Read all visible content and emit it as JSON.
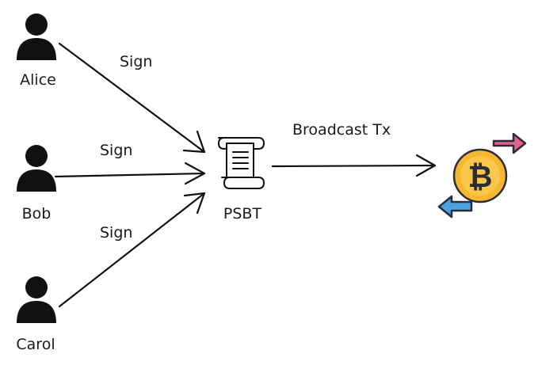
{
  "signers": [
    {
      "name": "Alice",
      "action": "Sign"
    },
    {
      "name": "Bob",
      "action": "Sign"
    },
    {
      "name": "Carol",
      "action": "Sign"
    }
  ],
  "psbt": {
    "label": "PSBT",
    "icon": "scroll-icon"
  },
  "broadcast": {
    "label": "Broadcast Tx"
  },
  "bitcoin": {
    "icon": "bitcoin-exchange-icon",
    "symbol": "₿",
    "coin_color": "#F7B731",
    "right_arrow_color": "#E8608A",
    "left_arrow_color": "#4AA3DF"
  }
}
